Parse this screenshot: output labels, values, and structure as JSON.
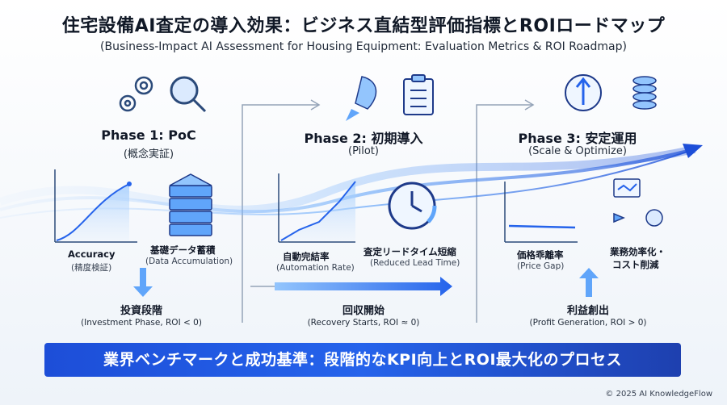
{
  "header": {
    "title": "住宅設備AI査定の導入効果：ビジネス直結型評価指標とROIロードマップ",
    "subtitle": "(Business-Impact AI Assessment for Housing Equipment: Evaluation Metrics & ROI Roadmap)"
  },
  "phases": [
    {
      "title": "Phase 1: PoC",
      "sub": "(概念実証)"
    },
    {
      "title": "Phase 2: 初期導入",
      "sub": "(Pilot)"
    },
    {
      "title": "Phase 3: 安定運用",
      "sub": "(Scale & Optimize)"
    }
  ],
  "metrics": {
    "accuracy": {
      "label": "Accuracy",
      "sub": "(精度検証)"
    },
    "data": {
      "label": "基礎データ蓄積",
      "sub": "(Data Accumulation)"
    },
    "automation": {
      "label": "自動完結率",
      "sub": "(Automation Rate)"
    },
    "leadtime": {
      "label": "査定リードタイム短縮",
      "sub": "(Reduced Lead Time)"
    },
    "pricegap": {
      "label": "価格乖離率",
      "sub": "(Price Gap)"
    },
    "efficiency": {
      "label1": "業務効率化・",
      "label2": "コスト削減"
    }
  },
  "stages": [
    {
      "label": "投資段階",
      "sub": "(Investment Phase, ROI < 0)"
    },
    {
      "label": "回収開始",
      "sub": "(Recovery Starts, ROI ≈ 0)"
    },
    {
      "label": "利益創出",
      "sub": "(Profit Generation, ROI > 0)"
    }
  ],
  "banner": "業界ベンチマークと成功基準：段階的なKPI向上とROI最大化のプロセス",
  "copyright": "© 2025 AI KnowledgeFlow",
  "colors": {
    "accent": "#2563eb",
    "banner": "#1d4ed8",
    "flow": "#60a5fa"
  },
  "icons": [
    "gears-icon",
    "magnifier-icon",
    "rocket-icon",
    "clipboard-icon",
    "network-icon",
    "coins-icon",
    "server-stack-icon",
    "clock-icon",
    "workflow-icon"
  ]
}
